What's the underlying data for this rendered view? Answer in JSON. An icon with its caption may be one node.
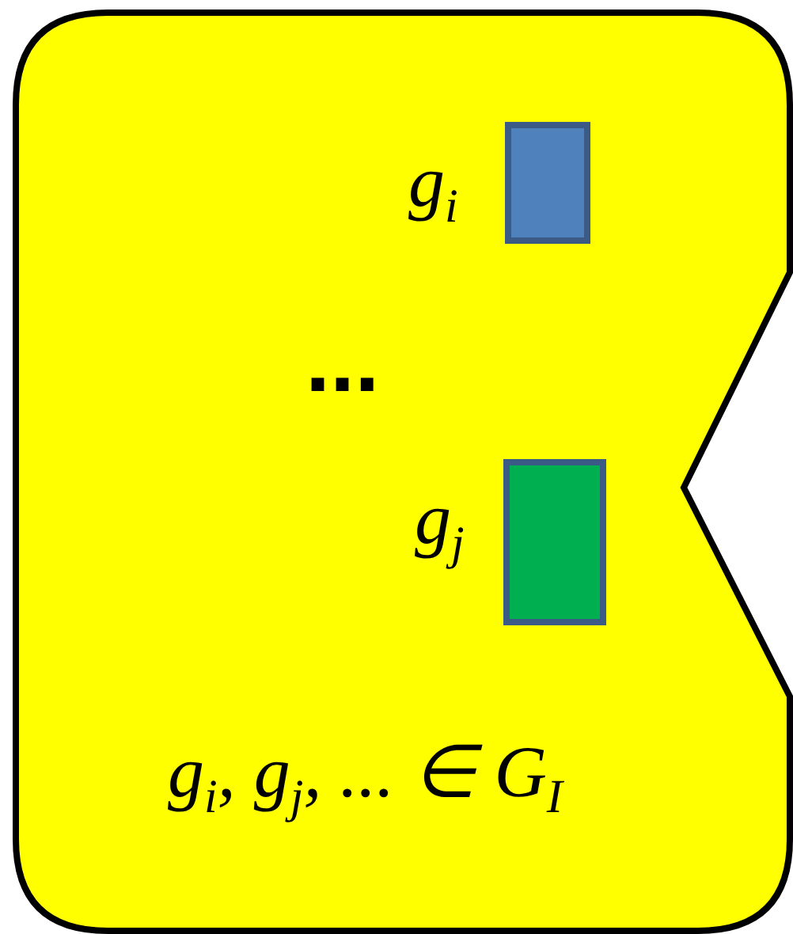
{
  "diagram": {
    "nodes": [
      {
        "text": [],
        "shape": "box"
      },
      {
        "text": [],
        "shape": "box",
        "in": 0,
        "beside": [
          "g$_{i}$"
        ]
      },
      {
        "text": [],
        "shape": "box",
        "in": 0,
        "beside": [
          "g$_{j}$"
        ]
      }
    ],
    "labels": [
      "...",
      "g$_{i}$, g$_{j}$, ... ∈ G$_{I}$"
    ]
  }
}
